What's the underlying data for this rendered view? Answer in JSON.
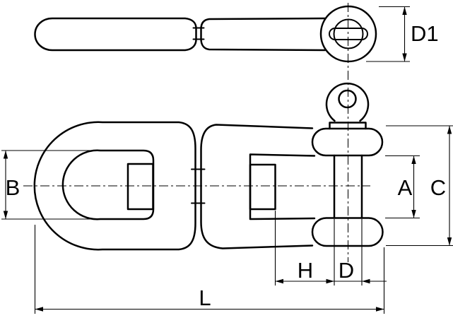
{
  "drawing": {
    "title": "Dimensioned engineering line drawing of an eye-and-jaw swivel shackle",
    "views": {
      "top_view": "side profile of swivel (flat eye link and slotted pin head)",
      "front_view": "front view of swivel with eye end (left) and jaw/clevis end with pin (right)"
    },
    "dimension_labels": {
      "d1": "D1",
      "b": "B",
      "a": "A",
      "c": "C",
      "h": "H",
      "d": "D",
      "l": "L"
    },
    "colors": {
      "line": "#000000",
      "background": "#ffffff"
    }
  }
}
